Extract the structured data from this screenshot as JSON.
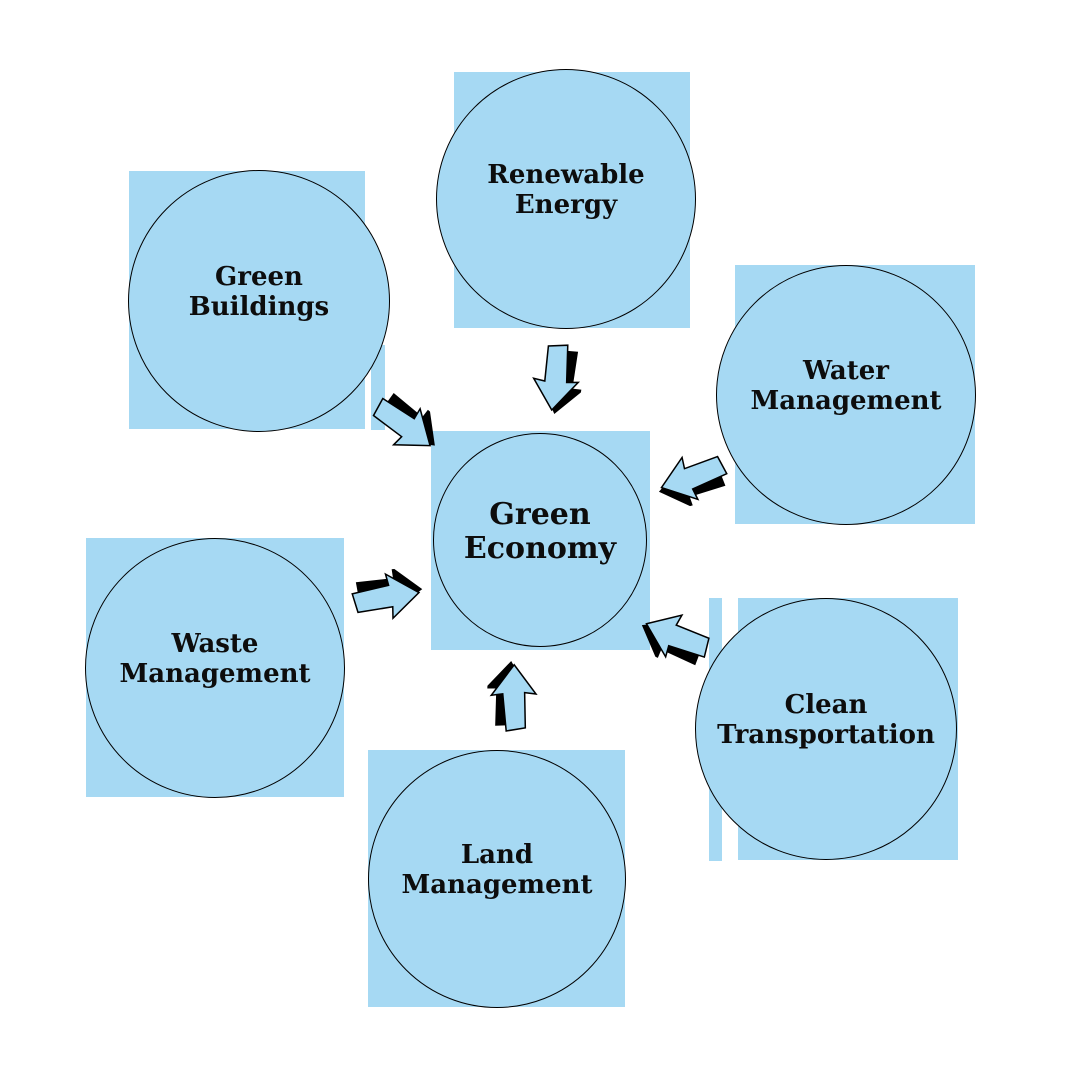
{
  "diagram": {
    "center": {
      "id": "green-economy",
      "label": "Green\nEconomy"
    },
    "nodes": [
      {
        "id": "renewable-energy",
        "label": "Renewable\nEnergy"
      },
      {
        "id": "green-buildings",
        "label": "Green\nBuildings"
      },
      {
        "id": "water-management",
        "label": "Water\nManagement"
      },
      {
        "id": "clean-transportation",
        "label": "Clean\nTransportation"
      },
      {
        "id": "waste-management",
        "label": "Waste\nManagement"
      },
      {
        "id": "land-management",
        "label": "Land\nManagement"
      }
    ],
    "arrows": [
      {
        "name": "arrow-renewable-energy-to-center",
        "from": "Renewable Energy",
        "to": "Green Economy",
        "direction": "down"
      },
      {
        "name": "arrow-green-buildings-to-center",
        "from": "Green Buildings",
        "to": "Green Economy",
        "direction": "down-right"
      },
      {
        "name": "arrow-water-management-to-center",
        "from": "Water Management",
        "to": "Green Economy",
        "direction": "left-down"
      },
      {
        "name": "arrow-clean-transportation-to-center",
        "from": "Clean Transportation",
        "to": "Green Economy",
        "direction": "up-left"
      },
      {
        "name": "arrow-waste-management-to-center",
        "from": "Waste Management",
        "to": "Green Economy",
        "direction": "right"
      },
      {
        "name": "arrow-land-management-to-center",
        "from": "Land Management",
        "to": "Green Economy",
        "direction": "up"
      }
    ]
  },
  "colors": {
    "node_fill": "#a6d9f3",
    "outline": "#000000",
    "text": "#0d0d0d",
    "background": "#ffffff",
    "arrow_fill": "#a6d9f3",
    "arrow_shadow": "#000000"
  }
}
